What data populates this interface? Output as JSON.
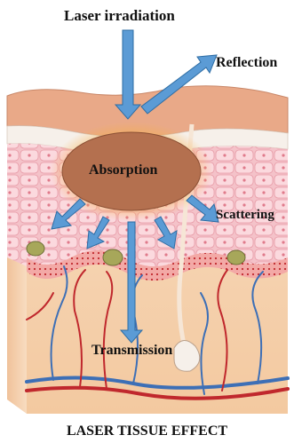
{
  "labels": {
    "incident": "Laser irradiation",
    "reflection": "Reflection",
    "absorption": "Absorption",
    "scattering": "Scattering",
    "transmission": "Transmission"
  },
  "caption": "LASER TISSUE EFFECT",
  "colors": {
    "arrow": "#5b9bd5",
    "arrow_stroke": "#2e6da4",
    "absorption_zone": "#b4704f",
    "absorption_glow": "#f5b04a",
    "epidermis_top": "#e9a988",
    "epidermis_cells": "#f6c9cf",
    "dermis": "#f7d9b8",
    "artery": "#c0282d",
    "vein": "#3d6fb6",
    "melanocyte": "#a7a75a"
  }
}
